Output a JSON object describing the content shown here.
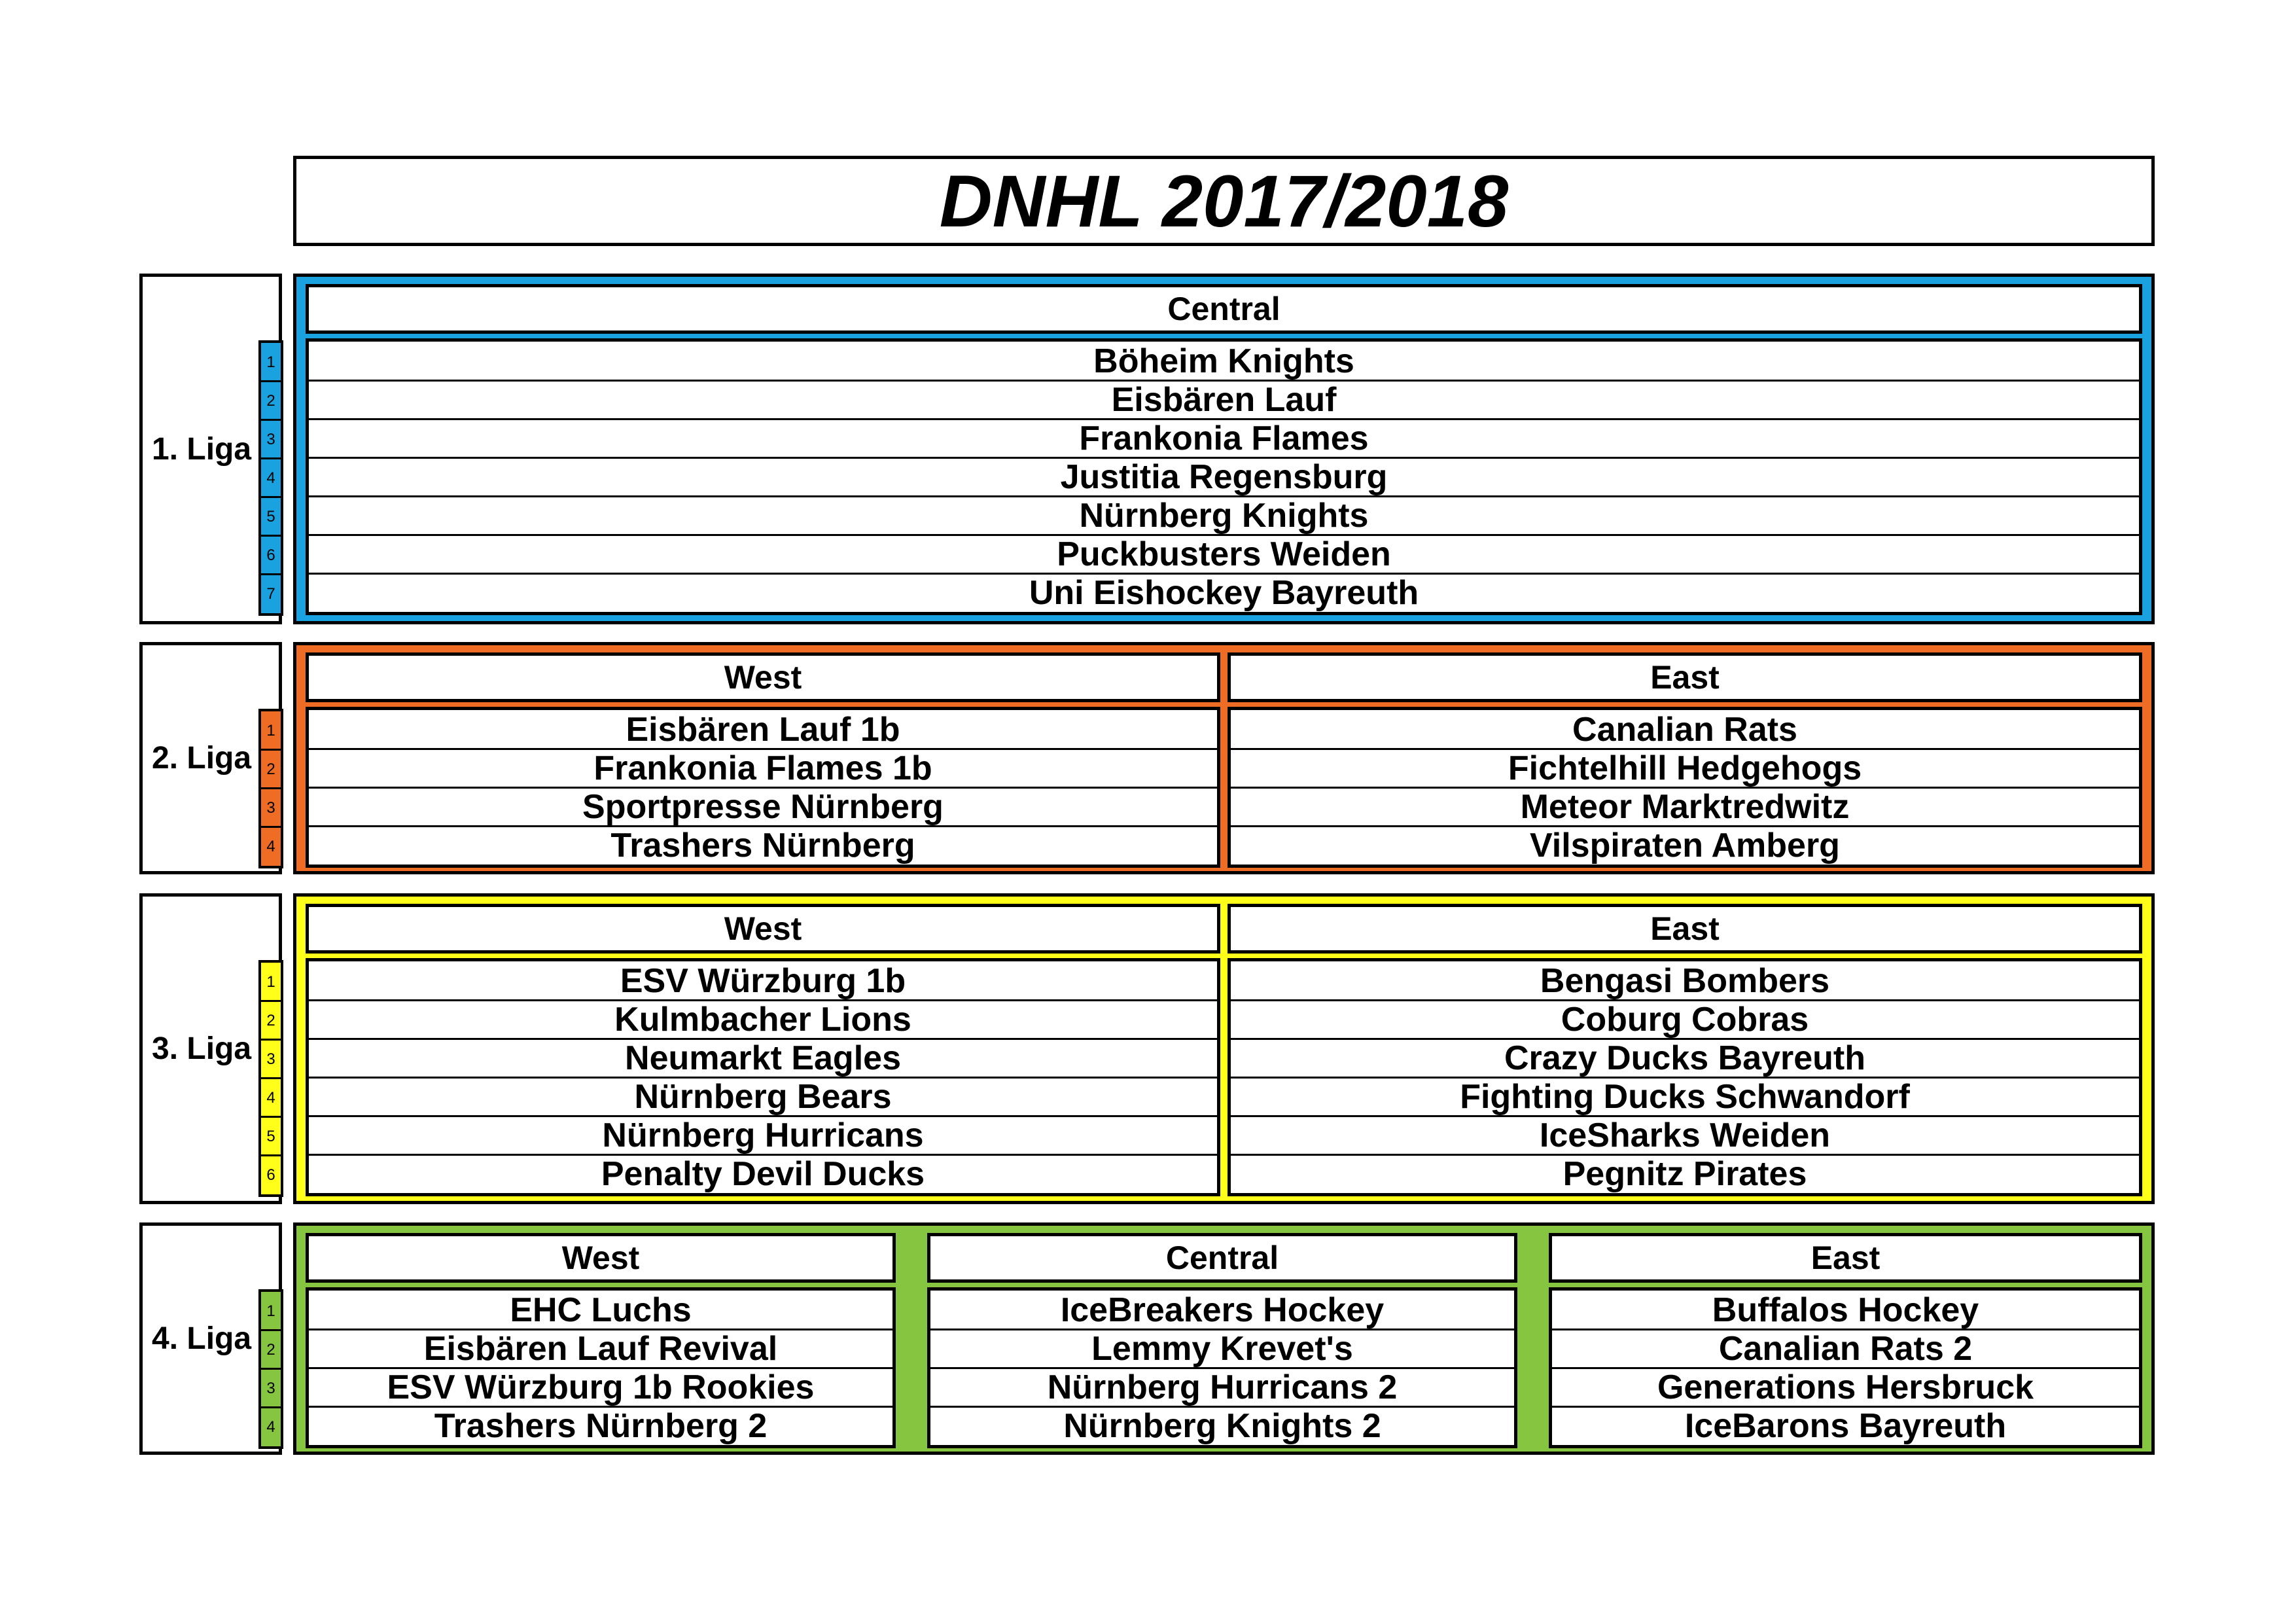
{
  "title": "DNHL 2017/2018",
  "leagues": [
    {
      "label": "1. Liga",
      "color": "#1AA2E0",
      "ranks": [
        "1",
        "2",
        "3",
        "4",
        "5",
        "6",
        "7"
      ],
      "divisions": [
        {
          "name": "Central",
          "teams": [
            "Böheim Knights",
            "Eisbären Lauf",
            "Frankonia Flames",
            "Justitia Regensburg",
            "Nürnberg Knights",
            "Puckbusters Weiden",
            "Uni Eishockey Bayreuth"
          ]
        }
      ]
    },
    {
      "label": "2. Liga",
      "color": "#EF6C25",
      "ranks": [
        "1",
        "2",
        "3",
        "4"
      ],
      "divisions": [
        {
          "name": "West",
          "teams": [
            "Eisbären Lauf 1b",
            "Frankonia Flames 1b",
            "Sportpresse Nürnberg",
            "Trashers Nürnberg"
          ]
        },
        {
          "name": "East",
          "teams": [
            "Canalian Rats",
            "Fichtelhill Hedgehogs",
            "Meteor Marktredwitz",
            "Vilspiraten Amberg"
          ]
        }
      ]
    },
    {
      "label": "3. Liga",
      "color": "#FFFF1A",
      "ranks": [
        "1",
        "2",
        "3",
        "4",
        "5",
        "6"
      ],
      "divisions": [
        {
          "name": "West",
          "teams": [
            "ESV Würzburg 1b",
            "Kulmbacher Lions",
            "Neumarkt Eagles",
            "Nürnberg Bears",
            "Nürnberg Hurricans",
            "Penalty Devil Ducks"
          ]
        },
        {
          "name": "East",
          "teams": [
            "Bengasi Bombers",
            "Coburg Cobras",
            "Crazy Ducks Bayreuth",
            "Fighting Ducks Schwandorf",
            "IceSharks Weiden",
            "Pegnitz Pirates"
          ]
        }
      ]
    },
    {
      "label": "4. Liga",
      "color": "#86C540",
      "ranks": [
        "1",
        "2",
        "3",
        "4"
      ],
      "divisions": [
        {
          "name": "West",
          "teams": [
            "EHC Luchs",
            "Eisbären Lauf Revival",
            "ESV Würzburg 1b Rookies",
            "Trashers Nürnberg 2"
          ]
        },
        {
          "name": "Central",
          "teams": [
            "IceBreakers Hockey",
            "Lemmy Krevet's",
            "Nürnberg Hurricans 2",
            "Nürnberg Knights 2"
          ]
        },
        {
          "name": "East",
          "teams": [
            "Buffalos Hockey",
            "Canalian Rats 2",
            "Generations Hersbruck",
            "IceBarons Bayreuth"
          ]
        }
      ]
    }
  ]
}
